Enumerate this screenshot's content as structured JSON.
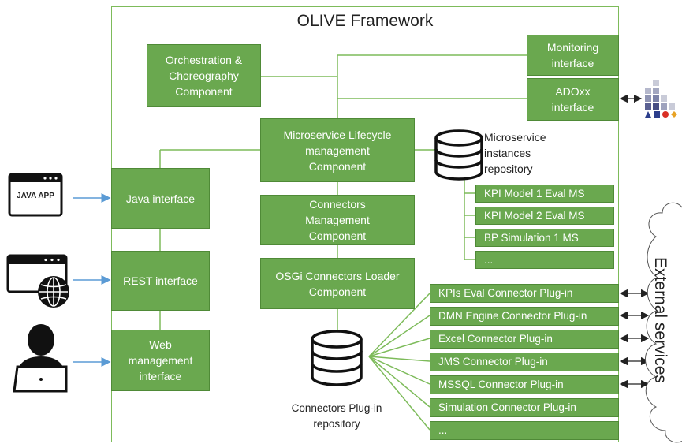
{
  "title": "OLIVE Framework",
  "components": {
    "orchestration": "Orchestration &\nChoreography\nComponent",
    "monitoring": "Monitoring\ninterface",
    "adoxx": "ADOxx\ninterface",
    "lifecycle": "Microservice Lifecycle\nmanagement\nComponent",
    "connectors_mgmt": "Connectors\nManagement\nComponent",
    "osgi_loader": "OSGi Connectors Loader\nComponent",
    "java_interface": "Java interface",
    "rest_interface": "REST interface",
    "web_interface": "Web\nmanagement\ninterface"
  },
  "microservice_repo_label": "Microservice\ninstances\nrepository",
  "microservices": [
    "KPI Model 1 Eval MS",
    "KPI Model 2 Eval MS",
    "BP Simulation 1 MS",
    "..."
  ],
  "plugin_repo_label": "Connectors Plug-in\nrepository",
  "plugins": [
    "KPIs Eval Connector Plug-in",
    "DMN Engine Connector Plug-in",
    "Excel Connector Plug-in",
    "JMS Connector Plug-in",
    "MSSQL Connector Plug-in",
    "Simulation Connector Plug-in",
    "..."
  ],
  "external_services": "External services",
  "java_app_label": "JAVA APP",
  "icons": [
    "java-app-icon",
    "web-browser-icon",
    "user-laptop-icon",
    "adoxx-logo-icon",
    "database-icon",
    "cloud-icon"
  ],
  "colors": {
    "component": "#6aa84f",
    "frame": "#7dbb5a",
    "arrow": "#5b9bd5"
  }
}
